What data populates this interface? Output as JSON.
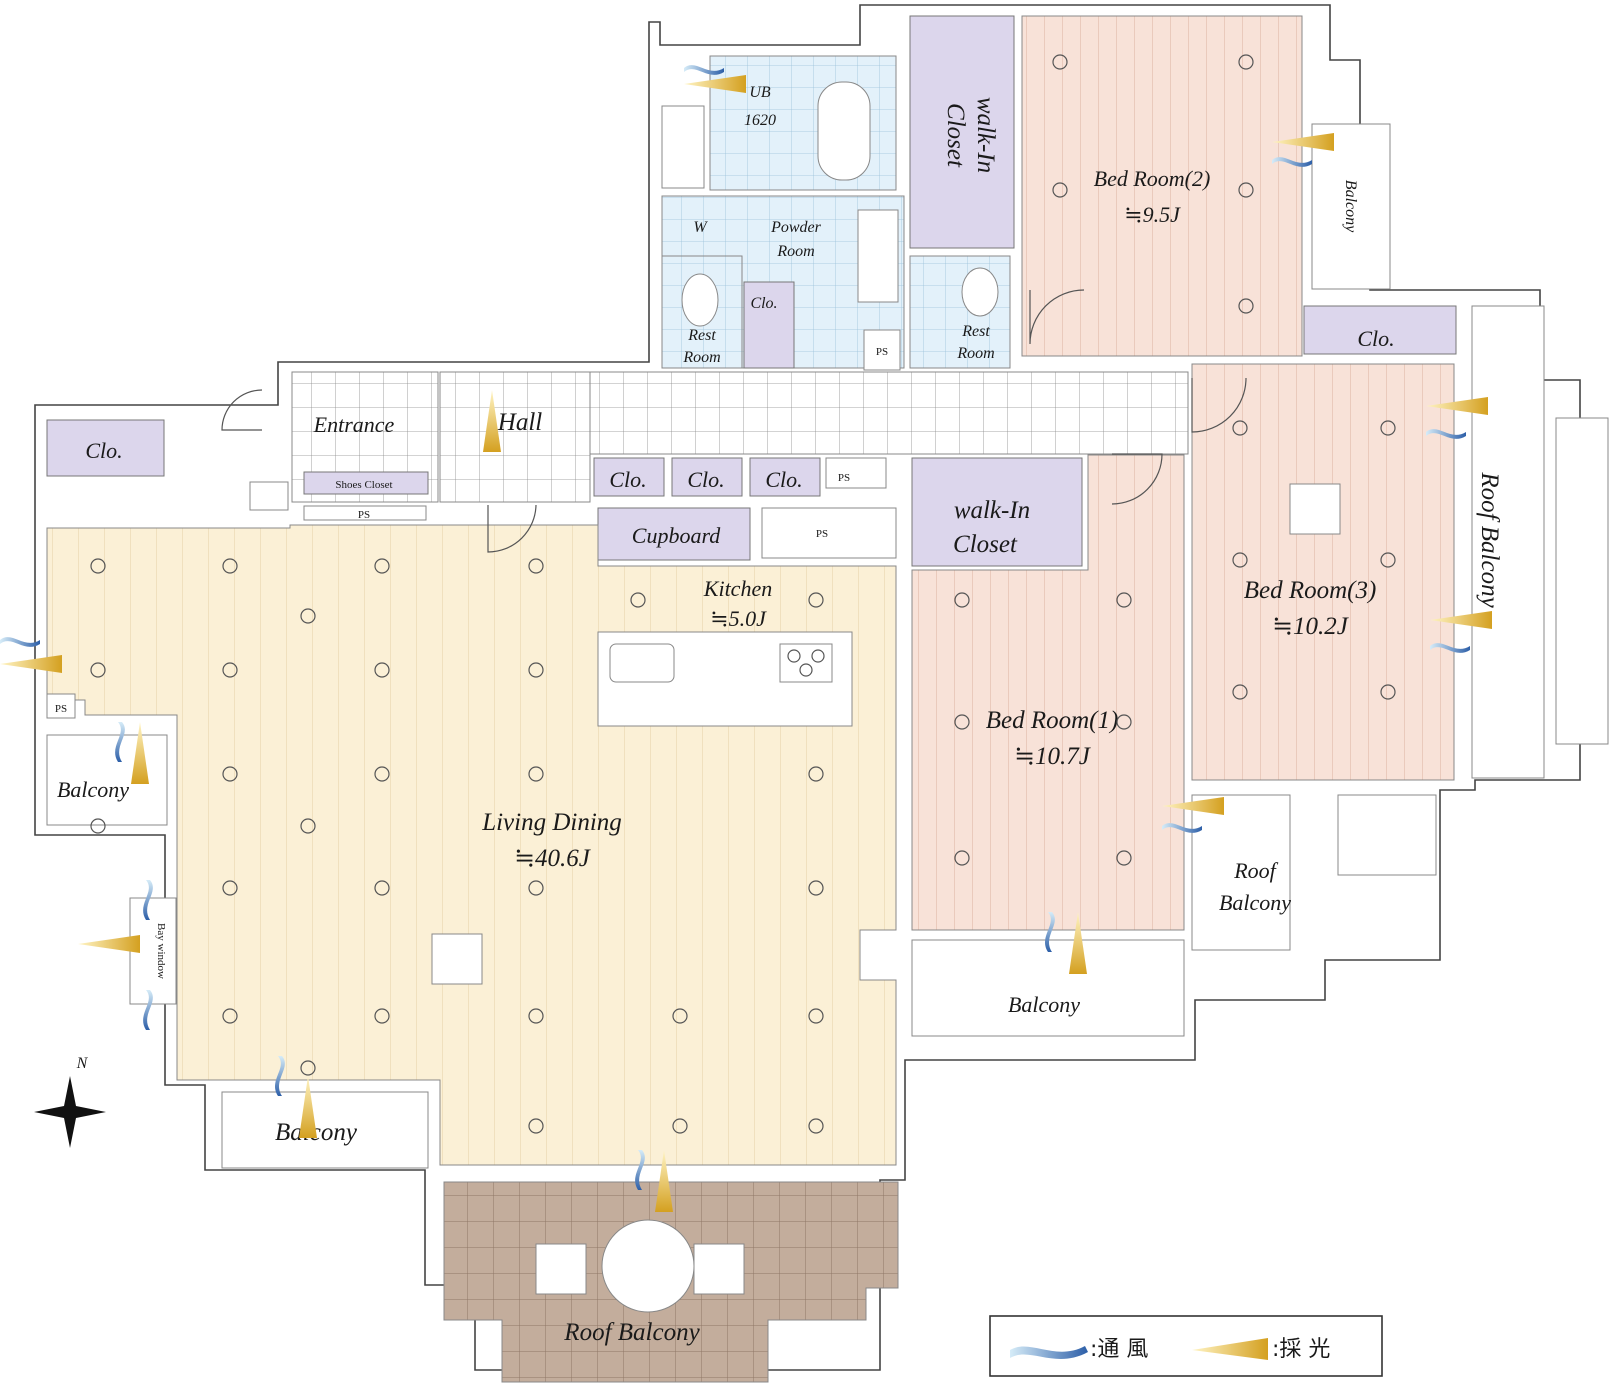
{
  "rooms": {
    "ub": "UB",
    "ub_size": "1620",
    "walk_in_closet_top": "walk-In",
    "walk_in_closet_top_2": "Closet",
    "bedroom2": "Bed Room(2)",
    "bedroom2_size": "≒9.5J",
    "balcony_right_top": "Balcony",
    "w": "W",
    "powder_room": "Powder",
    "powder_room_2": "Room",
    "clo_small": "Clo.",
    "rest_room_left": "Rest",
    "rest_room_left_2": "Room",
    "ps_top": "PS",
    "rest_room_right": "Rest",
    "rest_room_right_2": "Room",
    "clo_right": "Clo.",
    "clo_left": "Clo.",
    "entrance": "Entrance",
    "hall": "Hall",
    "shoes_closet": "Shoes Closet",
    "ps_entrance": "PS",
    "clo_hall_1": "Clo.",
    "clo_hall_2": "Clo.",
    "clo_hall_3": "Clo.",
    "ps_hall": "PS",
    "cupboard": "Cupboard",
    "ps_cupboard": "PS",
    "kitchen": "Kitchen",
    "kitchen_size": "≒5.0J",
    "walk_in_closet_mid": "walk-In",
    "walk_in_closet_mid_2": "Closet",
    "bedroom3": "Bed Room(3)",
    "bedroom3_size": "≒10.2J",
    "roof_balcony_right": "Roof Balcony",
    "bedroom1": "Bed Room(1)",
    "bedroom1_size": "≒10.7J",
    "ps_left": "PS",
    "balcony_left": "Balcony",
    "living_dining": "Living Dining",
    "living_dining_size": "≒40.6J",
    "bay_window": "Bay window",
    "roof_balcony_mid_1": "Roof",
    "roof_balcony_mid_2": "Balcony",
    "balcony_bottom_mid": "Balcony",
    "balcony_bottom_left": "Balcony",
    "roof_balcony_bottom": "Roof Balcony"
  },
  "compass": {
    "north_label": "N"
  },
  "legend": {
    "ventilation_label": ":通 風",
    "daylight_label": ":採 光"
  },
  "colors": {
    "living_floor": "#fbf0d6",
    "bedroom_floor": "#f8e2d8",
    "closet": "#dcd6ec",
    "wet_area": "#e3f1fa",
    "terrace": "#c3ad9c",
    "wind_arrow": "#6a9fd6",
    "light_arrow": "#e0b030"
  }
}
